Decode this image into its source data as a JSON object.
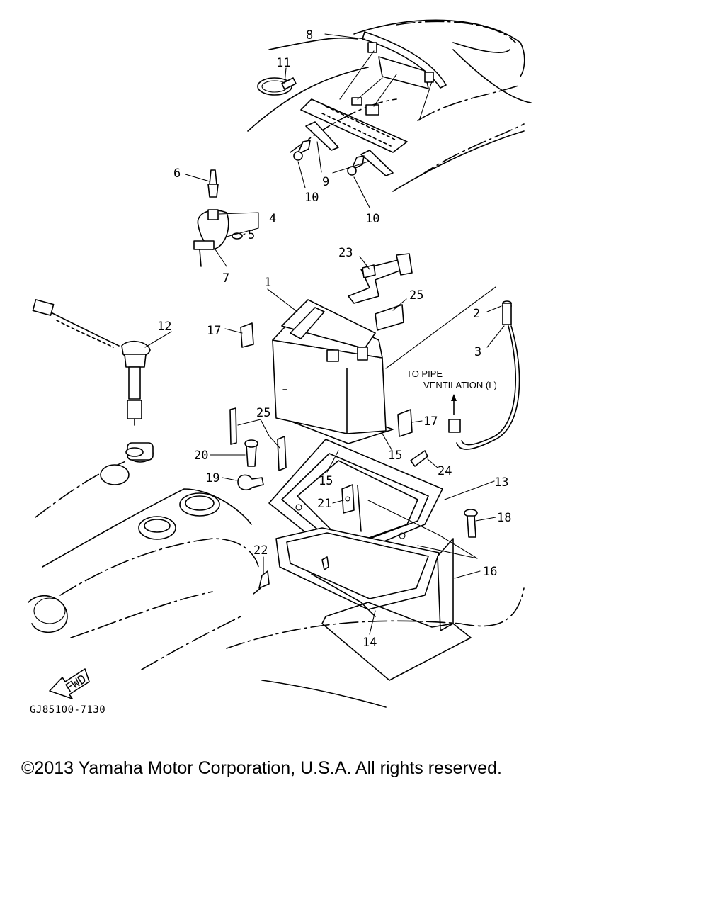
{
  "diagram": {
    "callouts": [
      {
        "id": "1",
        "text": "1"
      },
      {
        "id": "2",
        "text": "2"
      },
      {
        "id": "3",
        "text": "3"
      },
      {
        "id": "4",
        "text": "4"
      },
      {
        "id": "5",
        "text": "5"
      },
      {
        "id": "6",
        "text": "6"
      },
      {
        "id": "7",
        "text": "7"
      },
      {
        "id": "8",
        "text": "8"
      },
      {
        "id": "9",
        "text": "9"
      },
      {
        "id": "10a",
        "text": "10"
      },
      {
        "id": "10b",
        "text": "10"
      },
      {
        "id": "11",
        "text": "11"
      },
      {
        "id": "12",
        "text": "12"
      },
      {
        "id": "13",
        "text": "13"
      },
      {
        "id": "14",
        "text": "14"
      },
      {
        "id": "15a",
        "text": "15"
      },
      {
        "id": "15b",
        "text": "15"
      },
      {
        "id": "16",
        "text": "16"
      },
      {
        "id": "17a",
        "text": "17"
      },
      {
        "id": "17b",
        "text": "17"
      },
      {
        "id": "18",
        "text": "18"
      },
      {
        "id": "19",
        "text": "19"
      },
      {
        "id": "20",
        "text": "20"
      },
      {
        "id": "21",
        "text": "21"
      },
      {
        "id": "22",
        "text": "22"
      },
      {
        "id": "23",
        "text": "23"
      },
      {
        "id": "24",
        "text": "24"
      },
      {
        "id": "25a",
        "text": "25"
      },
      {
        "id": "25b",
        "text": "25"
      }
    ],
    "note_line1": "TO PIPE",
    "note_line2": "VENTILATION (L)",
    "fwd_label": "FWD",
    "drawing_code": "GJ85100-7130"
  },
  "copyright": "©2013 Yamaha Motor Corporation, U.S.A. All rights reserved."
}
